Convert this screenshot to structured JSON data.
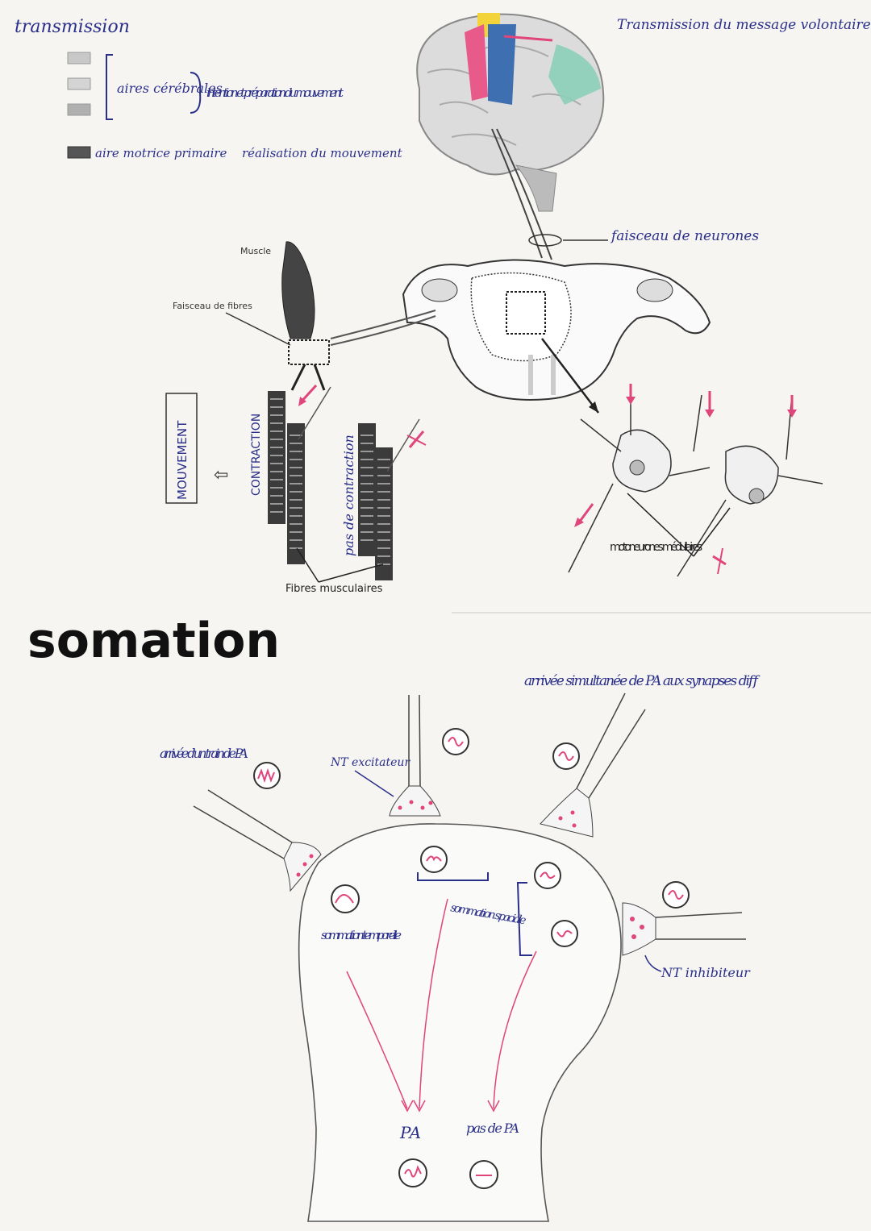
{
  "page": {
    "title_top": "transmission",
    "title_right": "Transmission du message volontaire"
  },
  "legend": {
    "aires_label": "aires cérébrales",
    "intention_label": "intention et préparation du mouvement",
    "motor_label": "aire motrice primaire",
    "realisation_label": "réalisation du mouvement"
  },
  "spinal": {
    "faisceau_label": "faisceau de neurones",
    "muscle_label": "Muscle",
    "faisceau_fibres_label": "Faisceau de fibres",
    "mouvement_label": "MOUVEMENT",
    "contraction_label": "CONTRACTION",
    "pas_contraction_label": "pas de contraction",
    "fibres_label": "Fibres musculaires",
    "motoneurones_label": "motoneurones médullaires"
  },
  "somation": {
    "heading": "somation",
    "train_label": "arrivée d'un train de PA",
    "nt_excitateur_label": "NT excitateur",
    "simultanee_label": "arrivée simultanée de PA aux synapses diff",
    "sommation_temporelle_label": "sommation temporelle",
    "sommation_spatiale_label": "sommation spaciale",
    "nt_inhibiteur_label": "NT inhibiteur",
    "pa_label": "PA",
    "pas_de_pa_label": "pas de PA"
  },
  "colors": {
    "ink_blue": "#2a2f8a",
    "pink": "#e0457b",
    "brain_yellow": "#f2d33a",
    "brain_pink": "#e85a8a",
    "brain_blue": "#3e6fb0",
    "brain_teal": "#8ccfb8"
  }
}
